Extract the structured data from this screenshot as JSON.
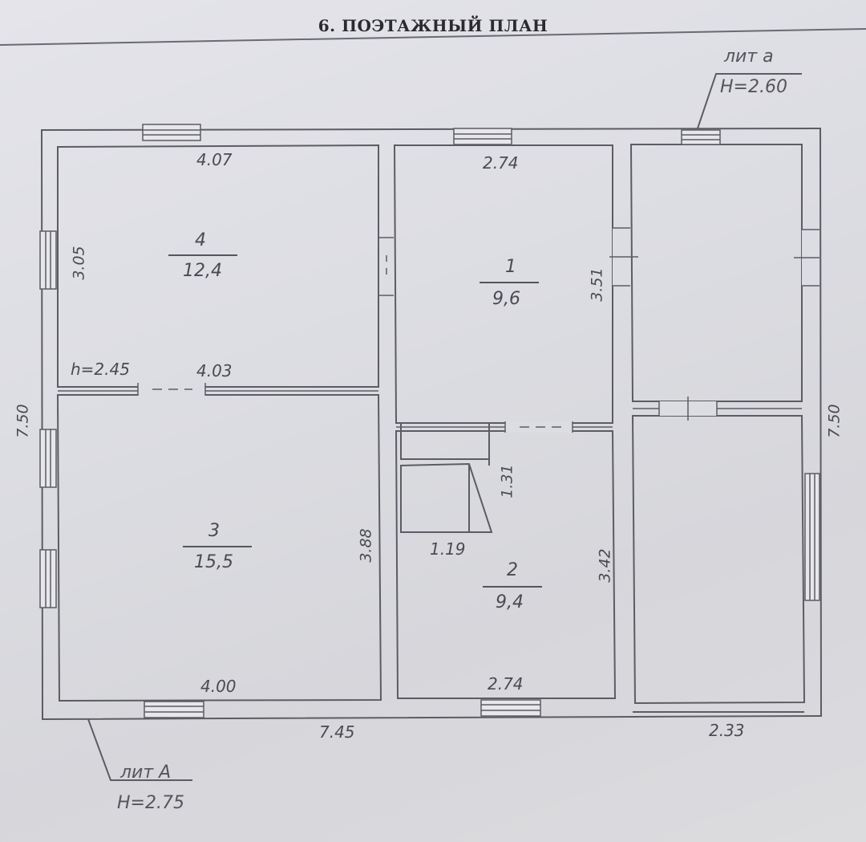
{
  "title": "6. ПОЭТАЖНЫЙ ПЛАН",
  "rooms": [
    {
      "number": "4",
      "area": "12,4"
    },
    {
      "number": "1",
      "area": "9,6"
    },
    {
      "number": "3",
      "area": "15,5"
    },
    {
      "number": "2",
      "area": "9,4"
    }
  ],
  "dimensions": {
    "room4_top": "4.07",
    "room4_side": "3.05",
    "room4_bottom": "4.03",
    "ceiling_h": "h=2.45",
    "room1_top": "2.74",
    "room1_side": "3.51",
    "room3_side": "3.88",
    "room3_bottom": "4.00",
    "stair_h": "1.31",
    "stair_w": "1.19",
    "room2_side": "3.42",
    "room2_bottom": "2.74",
    "overall_left": "7.50",
    "overall_right": "7.50",
    "overall_bottom_main": "7.45",
    "overall_bottom_annex": "2.33"
  },
  "lit_a_main": {
    "name": "лит А",
    "height": "H=2.75"
  },
  "lit_a_annex": {
    "name": "лит а",
    "height": "H=2.60"
  },
  "colors": {
    "paper": "#dcdde2",
    "ink": "#4a4a52",
    "wall": "#5c5c64"
  }
}
